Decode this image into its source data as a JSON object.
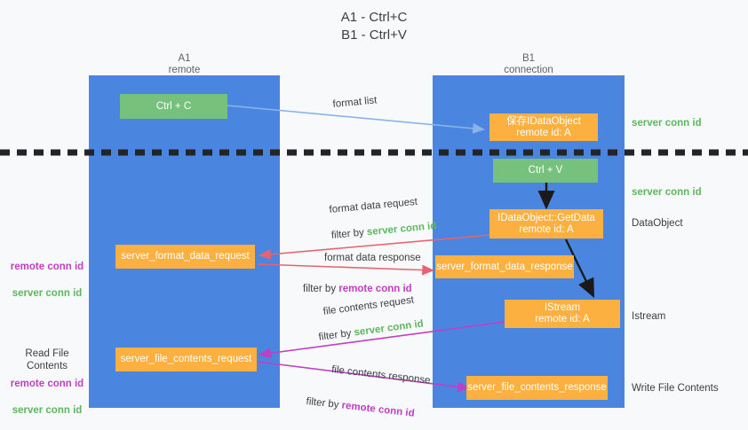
{
  "title": "A1 - Ctrl+C\nB1 - Ctrl+V",
  "columns": [
    {
      "name": "A1",
      "sub": "remote",
      "label": "A1\nremote"
    },
    {
      "name": "B1",
      "sub": "connection",
      "label": "B1\nconnection"
    }
  ],
  "boxes": {
    "ctrl_c": "Ctrl + C",
    "ctrl_v": "Ctrl + V",
    "save_idataobject": "保存IDataObject\nremote id: A",
    "idataobject_getdata": "IDataObject::GetData\nremote id: A",
    "istream": "IStream\nremote id: A",
    "server_format_data_request": "server_format_data_request",
    "server_format_data_response": "server_format_data_response",
    "server_file_contents_request": "server_file_contents_request",
    "server_file_contents_response": "server_file_contents_response"
  },
  "side_labels": {
    "server_conn_id_1": "server conn id",
    "server_conn_id_2": "server conn id",
    "dataobject": "DataObject",
    "istream": "Istream",
    "write_file_contents": "Write File Contents",
    "read_file_contents": "Read File Contents"
  },
  "conn_id_groups": {
    "remote_conn_id": "remote conn id",
    "server_conn_id": "server conn id"
  },
  "arrow_labels": {
    "format_list": "format list",
    "format_data_request": "format data request",
    "format_data_request_filter_prefix": "filter by ",
    "format_data_request_filter_value": "server conn id",
    "format_data_response": "format data response",
    "format_data_response_filter_prefix": "filter by ",
    "format_data_response_filter_value": "remote conn id",
    "file_contents_request": "file contents request",
    "file_contents_request_filter_prefix": "filter by ",
    "file_contents_request_filter_value": "server conn id",
    "file_contents_response": "file contents response",
    "file_contents_response_filter_prefix": "filter by ",
    "file_contents_response_filter_value": "remote conn id"
  },
  "colors": {
    "column": "#4a86e0",
    "green_box": "#76c17c",
    "orange_box": "#fbb040",
    "light_blue_arrow": "#8ab4e8",
    "salmon_arrow": "#e8636f",
    "magenta_arrow": "#c23ec2",
    "black_arrow": "#1a1a1a",
    "green_text": "#5cb85c",
    "purple_text": "#c23ec2",
    "background": "#f8f9fa"
  }
}
